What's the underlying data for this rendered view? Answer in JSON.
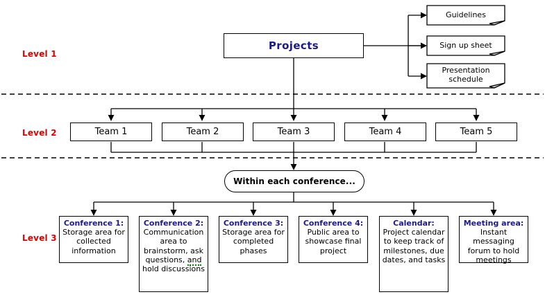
{
  "diagram": {
    "levels": [
      {
        "label": "Level 1"
      },
      {
        "label": "Level 2"
      },
      {
        "label": "Level 3"
      }
    ],
    "root": {
      "label": "Projects"
    },
    "documents": [
      {
        "label": "Guidelines"
      },
      {
        "label": "Sign up sheet"
      },
      {
        "label": "Presentation schedule"
      }
    ],
    "teams": [
      {
        "label": "Team 1"
      },
      {
        "label": "Team 2"
      },
      {
        "label": "Team 3"
      },
      {
        "label": "Team 4"
      },
      {
        "label": "Team 5"
      }
    ],
    "gateway": {
      "label": "Within each conference..."
    },
    "cards": [
      {
        "title": "Conference 1:",
        "body": "Storage area for collected information"
      },
      {
        "title": "Conference 2:",
        "body_pre": "Communication area to brainstorm, ask questions, ",
        "body_flagged": "and",
        "body_post": " hold discussions"
      },
      {
        "title": "Conference 3:",
        "body": "Storage area for completed phases"
      },
      {
        "title": "Conference 4:",
        "body": "Public area to showcase final project"
      },
      {
        "title": "Calendar:",
        "body": "Project calendar to keep track of milestones, due dates, and tasks"
      },
      {
        "title": "Meeting area:",
        "body": "Instant messaging forum to hold meetings"
      }
    ],
    "colors": {
      "level_label": "#e00000",
      "title_navy": "#1a1a8c",
      "stroke": "#000000",
      "background": "#ffffff",
      "spellcheck": "#008000"
    }
  }
}
